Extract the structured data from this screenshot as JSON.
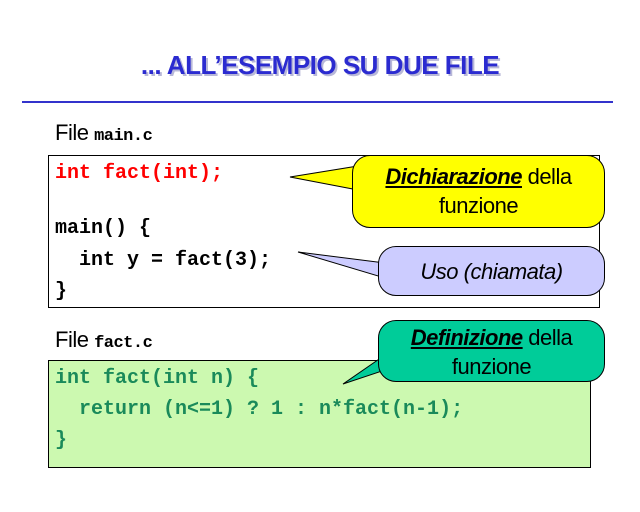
{
  "title": "... ALL’ESEMPIO SU DUE FILE",
  "file1": {
    "label": "File",
    "name": "main.c",
    "lines": [
      "int fact(int);",
      "main() {",
      "  int y = fact(3);",
      "}"
    ]
  },
  "file2": {
    "label": "File",
    "name": "fact.c",
    "lines": [
      "int fact(int n) {",
      "  return (n<=1) ? 1 : n*fact(n-1);",
      "}"
    ]
  },
  "callouts": {
    "declaration": {
      "em": "Dichiarazione",
      "rest": " della",
      "line2": "funzione",
      "color": "#ffff00"
    },
    "usage": {
      "text": "Uso (chiamata)",
      "color": "#ccccff"
    },
    "definition": {
      "em": "Definizione",
      "rest": " della",
      "line2": "funzione",
      "color": "#00cc99"
    }
  },
  "colors": {
    "title": "#2b2bd0",
    "declaration_code": "#ff0000",
    "definition_code": "#1a8a5a",
    "definition_bg": "#ccf9b0"
  }
}
